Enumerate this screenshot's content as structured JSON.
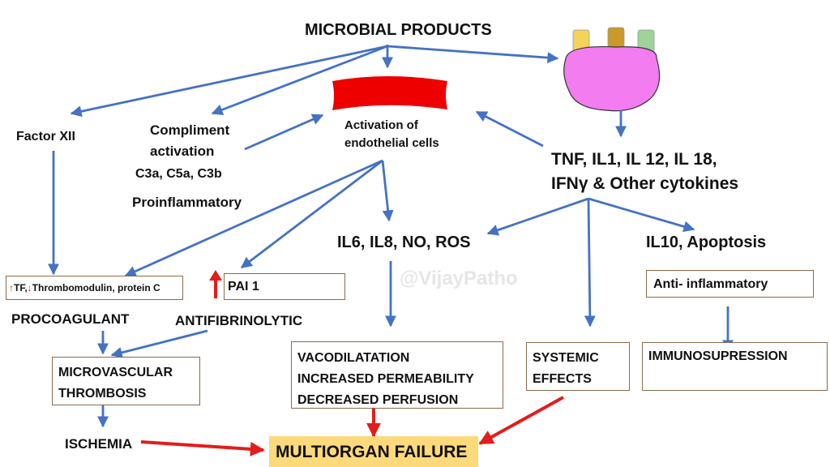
{
  "title": "MICROBIAL PRODUCTS",
  "watermark": "@VijayPatho",
  "nodes": {
    "endothelial": "Activation of\nendothelial cells",
    "factor_xii": "Factor XII",
    "complement": "Compliment\nactivation",
    "c3": "C3a, C5a, C3b",
    "proinflammatory": "Proinflammatory",
    "cytokines": "TNF, IL1, IL 12, IL 18,\nIFNγ & Other cytokines",
    "il6": "IL6, IL8, NO, ROS",
    "il10": "IL10, Apoptosis",
    "tf_up": "↑",
    "tf_text1": "TF,",
    "tf_down": "↓",
    "tf_text2": "Thrombomodulin, protein C",
    "pai1": "PAI 1",
    "anti_inflammatory": "Anti- inflammatory",
    "procoagulant": "PROCOAGULANT",
    "antifibrinolytic": "ANTIFIBRINOLYTIC",
    "microvascular": "MICROVASCULAR\nTHROMBOSIS",
    "vasodilatation": "VACODILATATION\nINCREASED PERMEABILITY\nDECREASED PERFUSION",
    "systemic": "SYSTEMIC\nEFFECTS",
    "immunosuppression": "IMMUNOSUPRESSION",
    "ischemia": "ISCHEMIA",
    "multiorgan": "MULTIORGAN FAILURE"
  },
  "colors": {
    "arrow_blue": "#4472c4",
    "arrow_red": "#e31c1c",
    "endothelium_red": "#ee0000",
    "macrophage_pink": "#f27cf0",
    "highlight": "#fcd97a",
    "box_border": "#8a6b4a"
  }
}
